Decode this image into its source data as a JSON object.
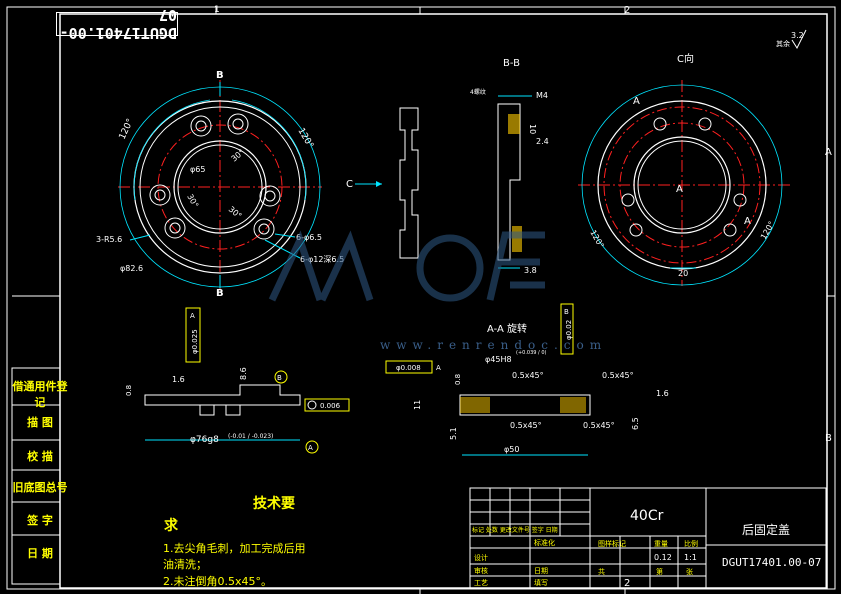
{
  "drawing_number_stamp": "DGUT17401.00-07",
  "zone_numbers": {
    "top_1": "1",
    "top_2": "2",
    "bottom_2": "2",
    "right_a": "A",
    "right_b": "B"
  },
  "roughness_note": {
    "value": "3.2",
    "label": "其余"
  },
  "views": {
    "b_label_top": "B",
    "b_label_bottom": "B",
    "section_bb": "B-B",
    "view_c": "C向",
    "arrow_c": "C",
    "section_aa": "A-A 旋转",
    "a_label_1": "A",
    "a_label_2": "A",
    "a_label_3": "A"
  },
  "front_view_dims": {
    "angle_120_left": "120°",
    "angle_120_right": "120°",
    "dia_65": "φ65",
    "angle_30a": "30°",
    "angle_30b": "30°",
    "angle_30c": "30°",
    "r56": "3-R5.6",
    "dia_82_6": "φ82.6",
    "hole_6_5": "6-φ6.5",
    "hole_12": "6-φ12深6.5"
  },
  "bb_dims": {
    "m4": "M4",
    "small_label": "4螺纹",
    "d10": "10",
    "d2_4": "2.4",
    "d3_8": "3.8"
  },
  "c_view_dims": {
    "angle_120a": "120°",
    "angle_120b": "120°",
    "d20": "20"
  },
  "bottom_left_dims": {
    "tol_position": "φ0.025",
    "tol_datum_a": "A",
    "d1_6": "1.6",
    "d0_8": "0.8",
    "d8_6": "8.6",
    "datum_b": "B",
    "flat_tol": "0.006",
    "dia_76": "φ76g8",
    "dia_76_tol": "(-0.01 / -0.023)",
    "datum_a": "A"
  },
  "bottom_right_dims": {
    "tol_pos": "φ0.008",
    "tol_datum": "A",
    "dia_45": "φ45H8",
    "dia_45_tol": "(+0.039 / 0)",
    "tol_02": "φ0.02",
    "tol_02_datum": "B",
    "ch1": "0.5x45°",
    "ch2": "0.5x45°",
    "ch3": "0.5x45°",
    "ch4": "0.5x45°",
    "d0_8": "0.8",
    "d11": "11",
    "d5_1": "5.1",
    "d6_5": "6.5",
    "d1_6": "1.6",
    "dia_50": "φ50"
  },
  "tech_requirements": {
    "title": "技术要",
    "title_cont": "求",
    "line1": "1.去尖角毛刺，加工完成后用",
    "line2": "油清洗；",
    "line3": "2.未注倒角0.5x45°。"
  },
  "left_strip": [
    "借通用件登记",
    "描 图",
    "校 描",
    "旧底图总号",
    "签 字",
    "日 期"
  ],
  "title_block": {
    "material": "40Cr",
    "part_name": "后固定盖",
    "drawing_no": "DGUT17401.00-07",
    "stage_label": "图样标记",
    "weight_label": "重量",
    "scale_label": "比例",
    "weight": "0.12",
    "scale": "1:1",
    "count_label": "共",
    "sheet_label": "第",
    "sheet_label2": "张",
    "mark_labels": "标记 处数 更改文件号 签字 日期",
    "design": "设计",
    "std": "标准化",
    "check": "审核",
    "process": "工艺",
    "date": "日期",
    "fill": "填写"
  },
  "watermark": "www.renrendoc.com",
  "colors": {
    "line": "#ffffff",
    "center": "#ff2020",
    "dim": "#00e5ff",
    "tol": "#ffff00",
    "hatch": "#ffcc00"
  }
}
